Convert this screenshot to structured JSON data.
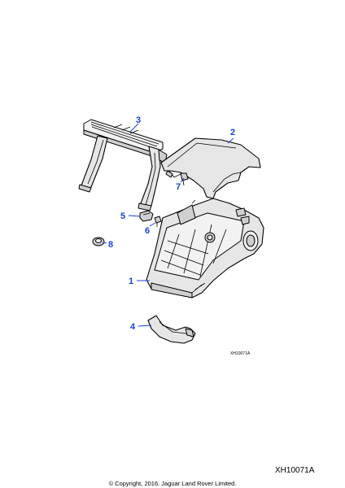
{
  "diagram": {
    "small_code": "XH10071A",
    "reference_code": "XH10071A",
    "copyright": "© Copyright, 2016. Jaguar Land Rover Limited.",
    "callouts": [
      "1",
      "2",
      "3",
      "4",
      "5",
      "6",
      "7",
      "8"
    ],
    "callout_color": "#1a3fd6"
  }
}
